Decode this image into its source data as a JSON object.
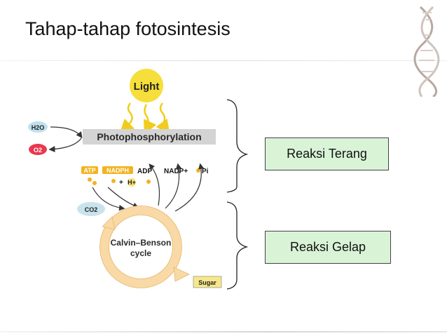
{
  "slide": {
    "title": "Tahap-tahap fotosintesis"
  },
  "diagram": {
    "light": "Light",
    "bar": "Photophosphorylation",
    "h2o": "H2O",
    "o2": "O2",
    "atp": "ATP",
    "nadph": "NADPH",
    "adp": "ADP",
    "nadp": "NADP+",
    "pi": "Pi",
    "plus": "+",
    "hplus": "H+",
    "co2": "CO2",
    "cycle_line1": "Calvin–Benson",
    "cycle_line2": "cycle",
    "sugar": "Sugar"
  },
  "labels": {
    "terang": "Reaksi Terang",
    "gelap": "Reaksi Gelap"
  },
  "colors": {
    "sun": "#f6df3a",
    "bar": "#d4d4d4",
    "cycle_ring": "#f9d9a5",
    "box_fill": "#d9f3d7",
    "atp_fill": "#f4b21e",
    "sugar_fill": "#f6e88a"
  }
}
